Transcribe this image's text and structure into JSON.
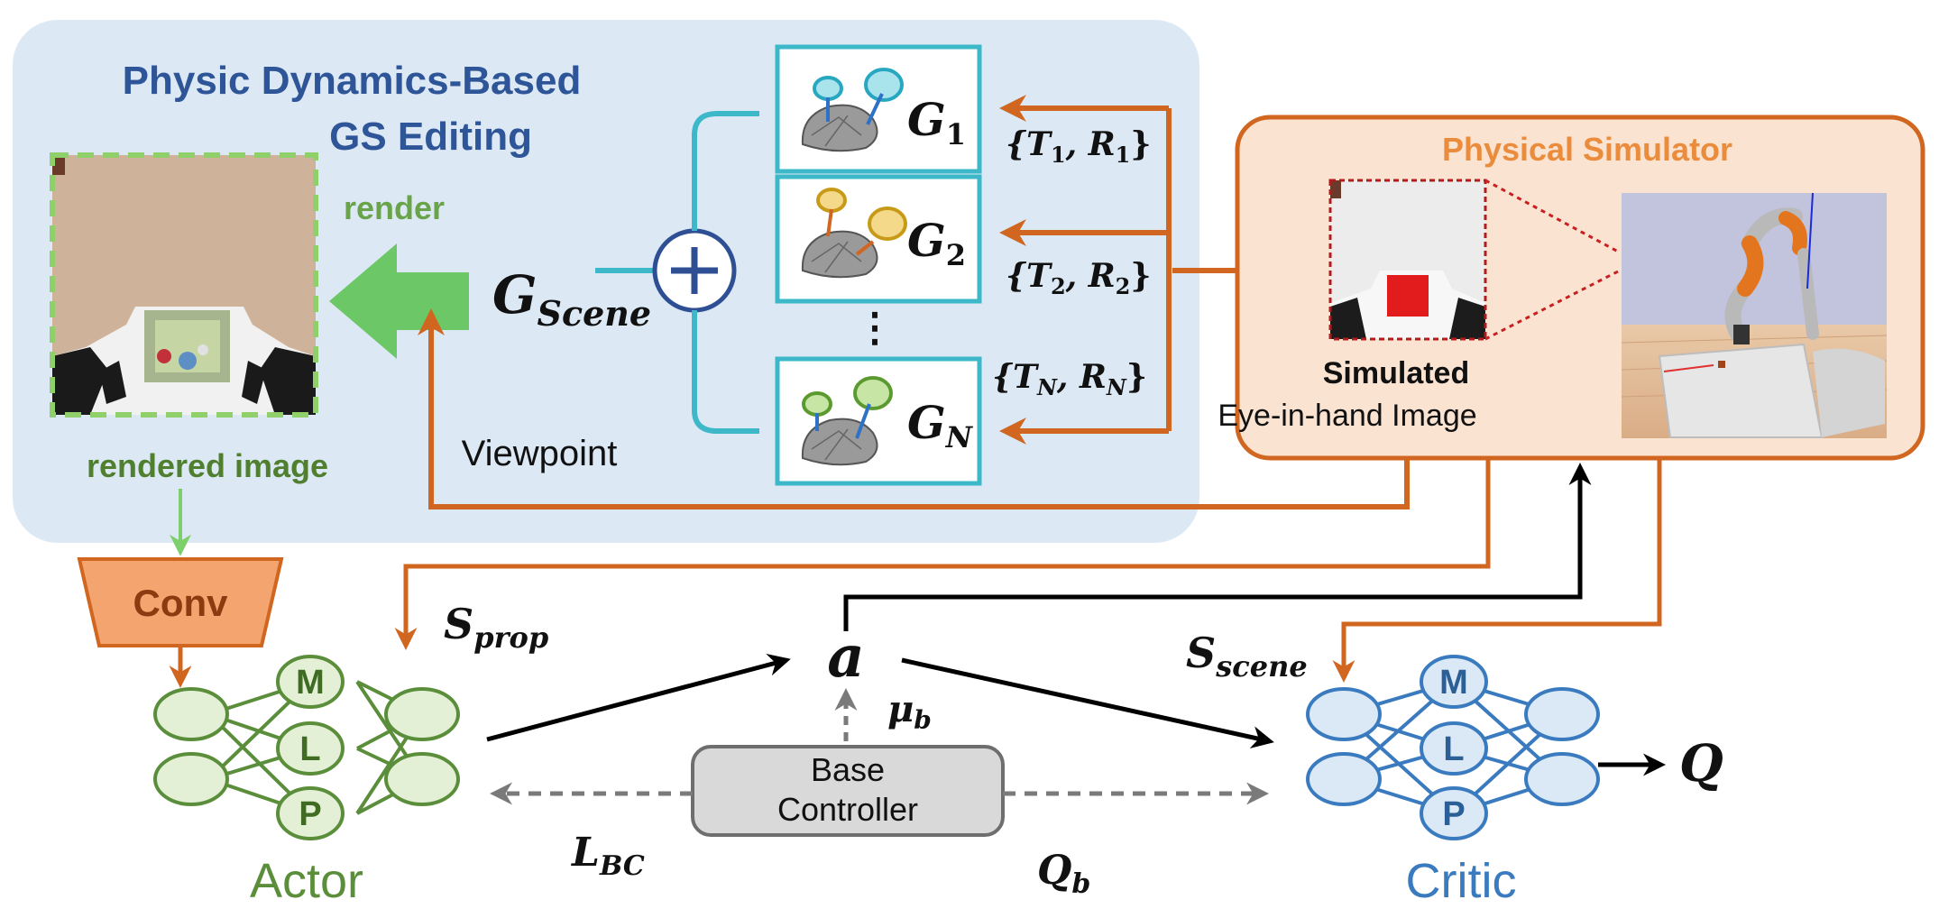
{
  "gs_panel": {
    "title_line1": "Physic Dynamics-Based",
    "title_line2": "GS Editing",
    "render_label": "render",
    "rendered_label": "rendered image",
    "viewpoint_label": "Viewpoint",
    "scene_symbol": "G",
    "scene_sub": "Scene",
    "gaussians": [
      {
        "symbol": "G",
        "sub": "1",
        "transform": "{T",
        "tsub": "1",
        "mid": ", R",
        "rsub": "1",
        "close": "}"
      },
      {
        "symbol": "G",
        "sub": "2",
        "transform": "{T",
        "tsub": "2",
        "mid": ", R",
        "rsub": "2",
        "close": "}"
      },
      {
        "symbol": "G",
        "sub": "N",
        "transform": "{T",
        "tsub": "N",
        "mid": ", R",
        "rsub": "N",
        "close": "}"
      }
    ],
    "ellipsis": "⋮"
  },
  "simulator": {
    "title": "Physical Simulator",
    "caption_bold": "Simulated",
    "caption": "Eye-in-hand Image"
  },
  "conv_label": "Conv",
  "actor": {
    "label": "Actor",
    "nodes": [
      "M",
      "L",
      "P"
    ]
  },
  "critic": {
    "label": "Critic",
    "nodes": [
      "M",
      "L",
      "P"
    ]
  },
  "base_controller": {
    "line1": "Base",
    "line2": "Controller"
  },
  "symbols": {
    "s_prop": "S",
    "s_prop_sub": "prop",
    "s_scene": "S",
    "s_scene_sub": "scene",
    "action": "a",
    "mu": "μ",
    "mu_sub": "b",
    "l_bc": "L",
    "l_bc_sub": "BC",
    "q_b": "Q",
    "q_b_sub": "b",
    "q": "Q"
  },
  "colors": {
    "panel_bg": "#dce9f5",
    "title_blue": "#2e5597",
    "green": "#5b8e3a",
    "green_fill": "#e3f0d6",
    "orange": "#d0661f",
    "sim_bg": "#fbe3d2",
    "blue": "#3a7bbf",
    "blue_fill": "#dbe8f5",
    "cyan": "#3db8c9"
  }
}
